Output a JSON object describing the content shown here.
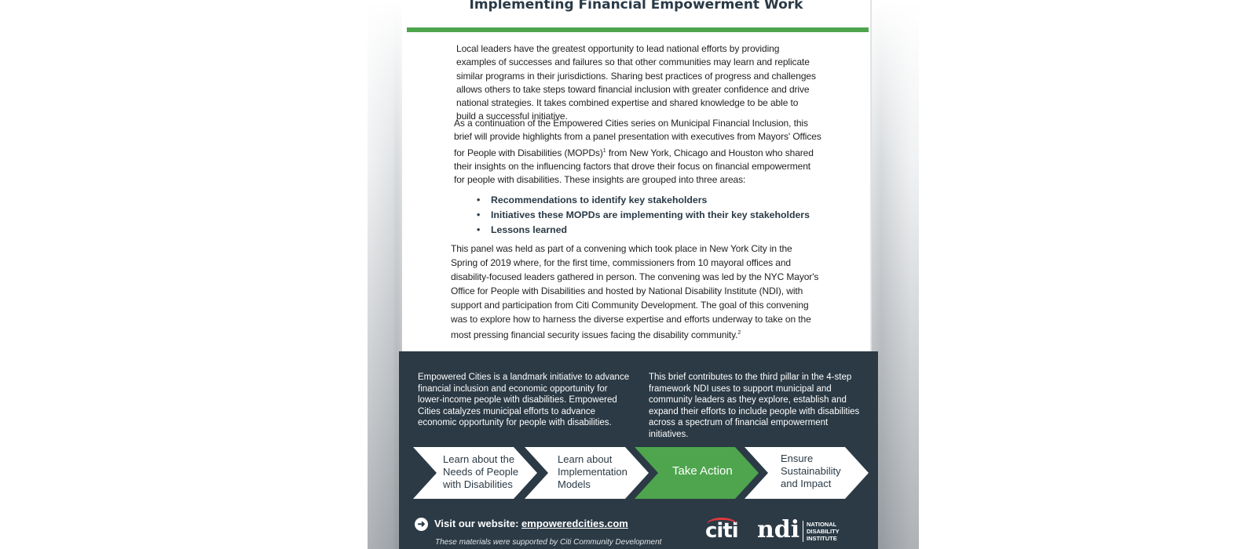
{
  "title": "Implementing Financial Empowerment Work",
  "paragraphs": {
    "p1": "Local leaders have the greatest opportunity to lead national efforts by providing examples of successes and failures so that other communities may learn and replicate similar programs in their jurisdictions. Sharing best practices of progress and challenges allows others to take steps toward financial inclusion with greater confidence and drive national strategies. It takes combined expertise and shared knowledge to be able to build a successful initiative.",
    "p2_a": "As a continuation of the Empowered Cities series on Municipal Financial Inclusion, this brief will provide highlights from a panel presentation with executives from Mayors' Offices for People with Disabilities (MOPDs)",
    "p2_sup": "1",
    "p2_b": " from New York, Chicago and Houston who shared their insights on the influencing factors that drove their focus on financial empowerment for people with disabilities. These insights are grouped into three areas:",
    "p3": "This panel was held as part of a convening which took place in New York City in the Spring of 2019 where, for the first time, commissioners from 10 mayoral offices and disability-focused leaders gathered in person. The convening was led by the NYC Mayor's Office for People with Disabilities and hosted by National Disability Institute (NDI), with support and participation from Citi Community Development. The goal of this convening was to explore how to harness the diverse expertise and efforts underway to take on the most pressing financial security issues facing the disability community.",
    "p3_sup": "2"
  },
  "bullets": [
    "Recommendations to identify key stakeholders",
    "Initiatives these MOPDs are implementing with their key stakeholders",
    "Lessons learned"
  ],
  "bullet_char": "•",
  "footer": {
    "col1": "Empowered Cities is a landmark initiative to advance financial inclusion and economic opportunity for lower-income people with disabilities. Empowered Cities catalyzes municipal efforts to advance economic opportunity for people with disabilities.",
    "col2": "This brief contributes to the third pillar in the 4-step framework NDI uses to support municipal and community leaders as they explore, establish and expand their efforts to include people with disabilities across a spectrum of financial empowerment initiatives.",
    "steps": [
      {
        "line1": "Learn about the",
        "line2": "Needs of People",
        "line3": "with Disabilities"
      },
      {
        "line1": "Learn about",
        "line2": "Implementation",
        "line3": "Models"
      },
      {
        "line1": "Take Action",
        "line2": "",
        "line3": ""
      },
      {
        "line1": "Ensure",
        "line2": "Sustainability",
        "line3": "and Impact"
      }
    ],
    "visit_label": "Visit our website:",
    "visit_url": "empoweredcities.com",
    "support_text": "These materials were supported by Citi Community Development",
    "logo_citi": "citi",
    "logo_ndi": "ndi",
    "logo_ndi_lines": [
      "NATIONAL",
      "DISABILITY",
      "INSTITUTE"
    ]
  },
  "colors": {
    "accent_green": "#4ea54d",
    "dark_panel": "#2b3a45",
    "title_text": "#2a3a46",
    "citi_red": "#e0383e"
  },
  "icons": [
    "arrow-right-circle-icon"
  ]
}
